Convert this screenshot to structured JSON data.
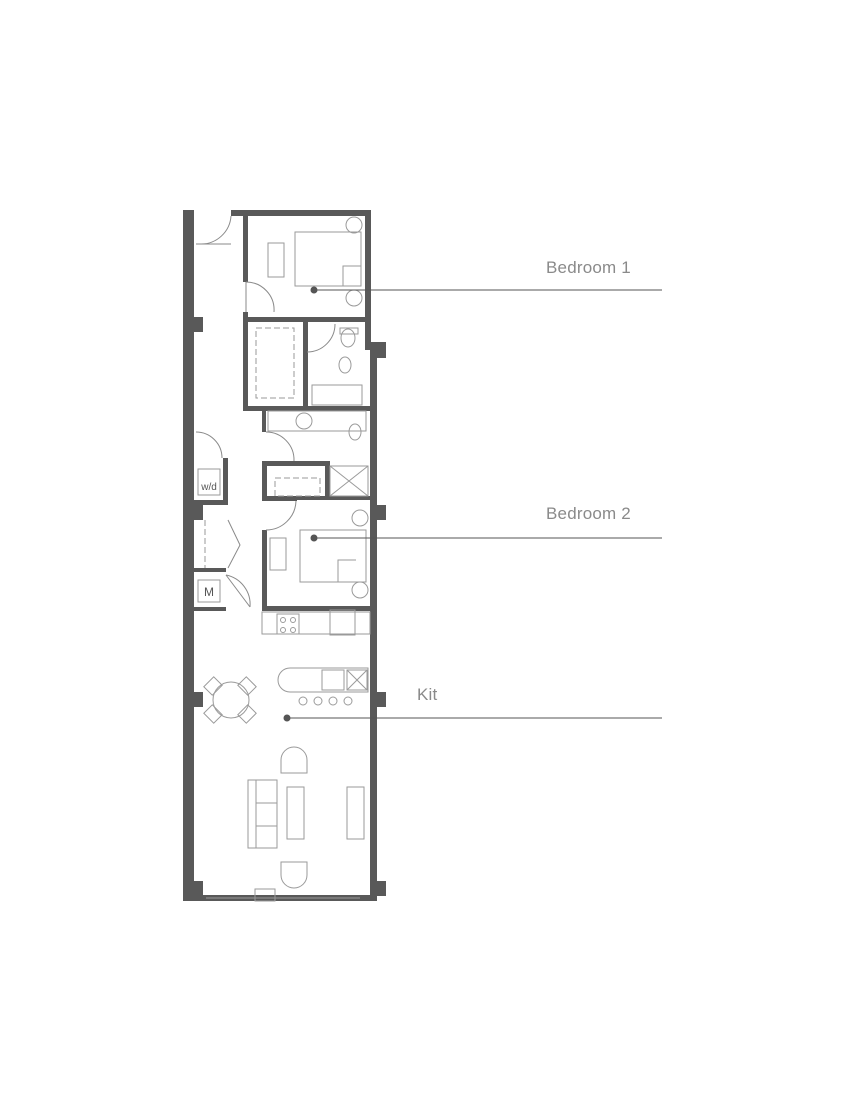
{
  "floorplan": {
    "rooms": [
      {
        "id": "bedroom-1",
        "label": "Bedroom 1"
      },
      {
        "id": "bedroom-2",
        "label": "Bedroom 2"
      },
      {
        "id": "kitchen",
        "label": "Kit"
      }
    ],
    "fixtures": {
      "washer_dryer": "w/d",
      "mechanical": "M"
    },
    "colors": {
      "wall": "#595959",
      "fixture": "#9a9a9a",
      "leader": "#555555",
      "label": "#8a8a8a"
    }
  }
}
